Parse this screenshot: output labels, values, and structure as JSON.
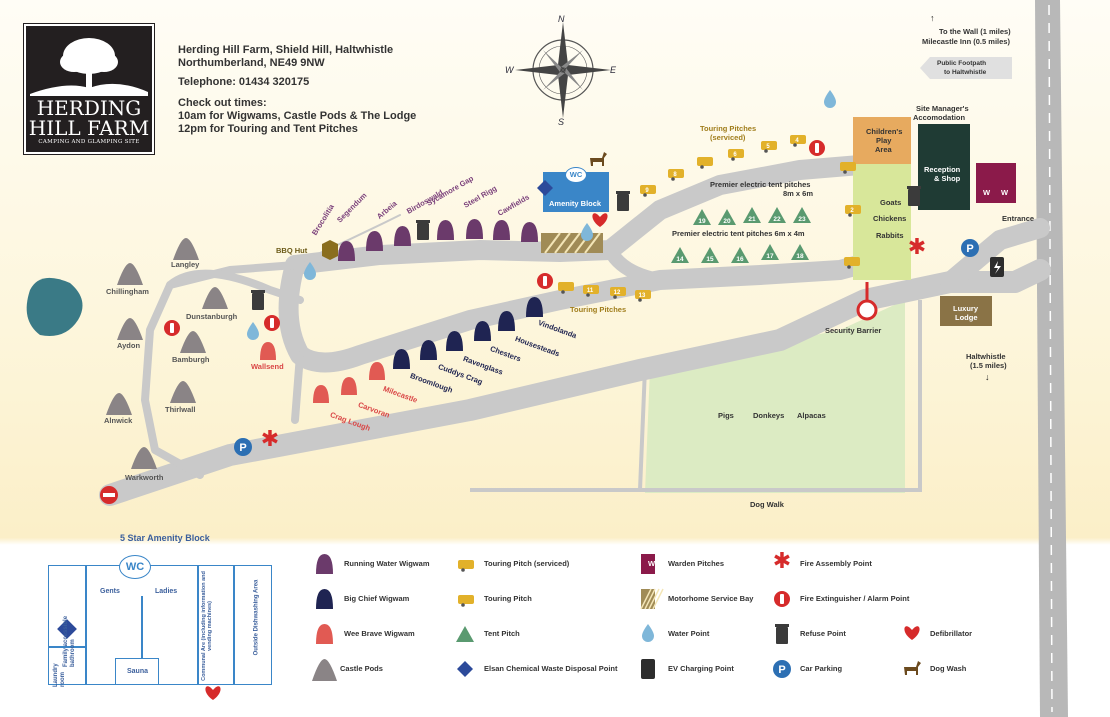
{
  "logo": {
    "line1": "HERDING",
    "line2": "HILL FARM",
    "tagline": "CAMPING AND GLAMPING SITE"
  },
  "address": {
    "line1": "Herding Hill Farm, Shield Hill, Haltwhistle",
    "line2": "Northumberland, NE49 9NW",
    "telephone": "Telephone: 01434 320175",
    "checkout_title": "Check out times:",
    "checkout_1": "10am for Wigwams, Castle Pods & The Lodge",
    "checkout_2": "12pm for Touring and Tent Pitches"
  },
  "compass": {
    "n": "N",
    "s": "S",
    "e": "E",
    "w": "W"
  },
  "signs": {
    "to_wall": "To the Wall (1 miles)",
    "milecastle_inn": "Milecastle Inn (0.5 miles)",
    "footpath_1": "Public Footpath",
    "footpath_2": "to Haltwhistle",
    "haltwhistle_1": "Haltwhistle",
    "haltwhistle_2": "(1.5 miles)",
    "entrance": "Entrance",
    "security_barrier": "Security Barrier",
    "dog_walk": "Dog Walk"
  },
  "buildings": {
    "site_manager_1": "Site Manager's",
    "site_manager_2": "Accomodation",
    "reception_1": "Reception",
    "reception_2": "& Shop",
    "childrens_1": "Children's",
    "childrens_2": "Play",
    "childrens_3": "Area",
    "goats": "Goats",
    "chickens": "Chickens",
    "rabbits": "Rabbits",
    "luxury_1": "Luxury",
    "luxury_2": "Lodge",
    "amenity": "Amenity Block",
    "wc": "WC",
    "bbq": "BBQ Hut",
    "warden": "W"
  },
  "field": {
    "pigs": "Pigs",
    "donkeys": "Donkeys",
    "alpacas": "Alpacas"
  },
  "pitches": {
    "premier_1": "Premier electric tent pitches",
    "premier_1b": "8m x 6m",
    "premier_2": "Premier electric tent pitches 6m x 4m",
    "tent_numbers_top": [
      "19",
      "20",
      "21",
      "22",
      "23"
    ],
    "tent_numbers_bottom": [
      "14",
      "15",
      "16",
      "17",
      "18"
    ],
    "touring_serviced_1": "Touring Pitches",
    "touring_serviced_2": "(serviced)",
    "touring": "Touring Pitches",
    "serviced_numbers": [
      "1",
      "2",
      "3",
      "4",
      "5",
      "6",
      "7",
      "8",
      "9"
    ],
    "touring_numbers": [
      "10",
      "11",
      "12",
      "13"
    ]
  },
  "wigwams": {
    "running_water": [
      "Brocolitia",
      "Segendum",
      "Arbeia",
      "Birdoswald",
      "Sycamore Gap",
      "Steel Rigg",
      "Cawfields"
    ],
    "big_chief": [
      "Vindolanda",
      "Housesteads",
      "Chesters",
      "Ravenglass",
      "Cuddys Crag",
      "Broomlough"
    ],
    "wee_brave": [
      "Milecastle",
      "Carvoran",
      "Crag Lough",
      "Wallsend"
    ],
    "castle_pods": [
      "Langley",
      "Chillingham",
      "Dunstanburgh",
      "Aydon",
      "Bamburgh",
      "Thirlwall",
      "Alnwick",
      "Warkworth"
    ]
  },
  "amenity_plan": {
    "title": "5 Star Amenity Block",
    "family": "Family accessible bathroom",
    "laundry": "Laundry room",
    "gents": "Gents",
    "ladies": "Ladies",
    "sauna": "Sauna",
    "communal": "Communal Are (including information and vending machines)",
    "outside": "Outside Dishwashing Area",
    "wc": "WC"
  },
  "legend": {
    "running_water": "Running Water Wigwam",
    "big_chief": "Big Chief Wigwam",
    "wee_brave": "Wee Brave Wigwam",
    "castle_pods": "Castle Pods",
    "touring_serviced": "Touring Pitch (serviced)",
    "touring": "Touring Pitch",
    "tent": "Tent Pitch",
    "elsan": "Elsan Chemical Waste Disposal Point",
    "warden": "Warden Pitches",
    "motorhome": "Motorhome Service Bay",
    "water": "Water Point",
    "ev": "EV Charging Point",
    "fire_assembly": "Fire Assembly Point",
    "fire_ext": "Fire Extinguisher / Alarm Point",
    "refuse": "Refuse Point",
    "parking": "Car Parking",
    "defib": "Defibrillator",
    "dog_wash": "Dog Wash",
    "warden_icon": "W"
  },
  "colors": {
    "running_water": "#6b3a6b",
    "big_chief": "#1f2452",
    "wee_brave": "#e15a53",
    "castle_pod": "#8a8486",
    "tent": "#5a9a70",
    "touring": "#e2b12a",
    "road": "#c9c9c9",
    "field": "#dcebc3",
    "lake": "#3a7a86",
    "amenity": "#3a86c8",
    "warden": "#8b1a4a"
  }
}
